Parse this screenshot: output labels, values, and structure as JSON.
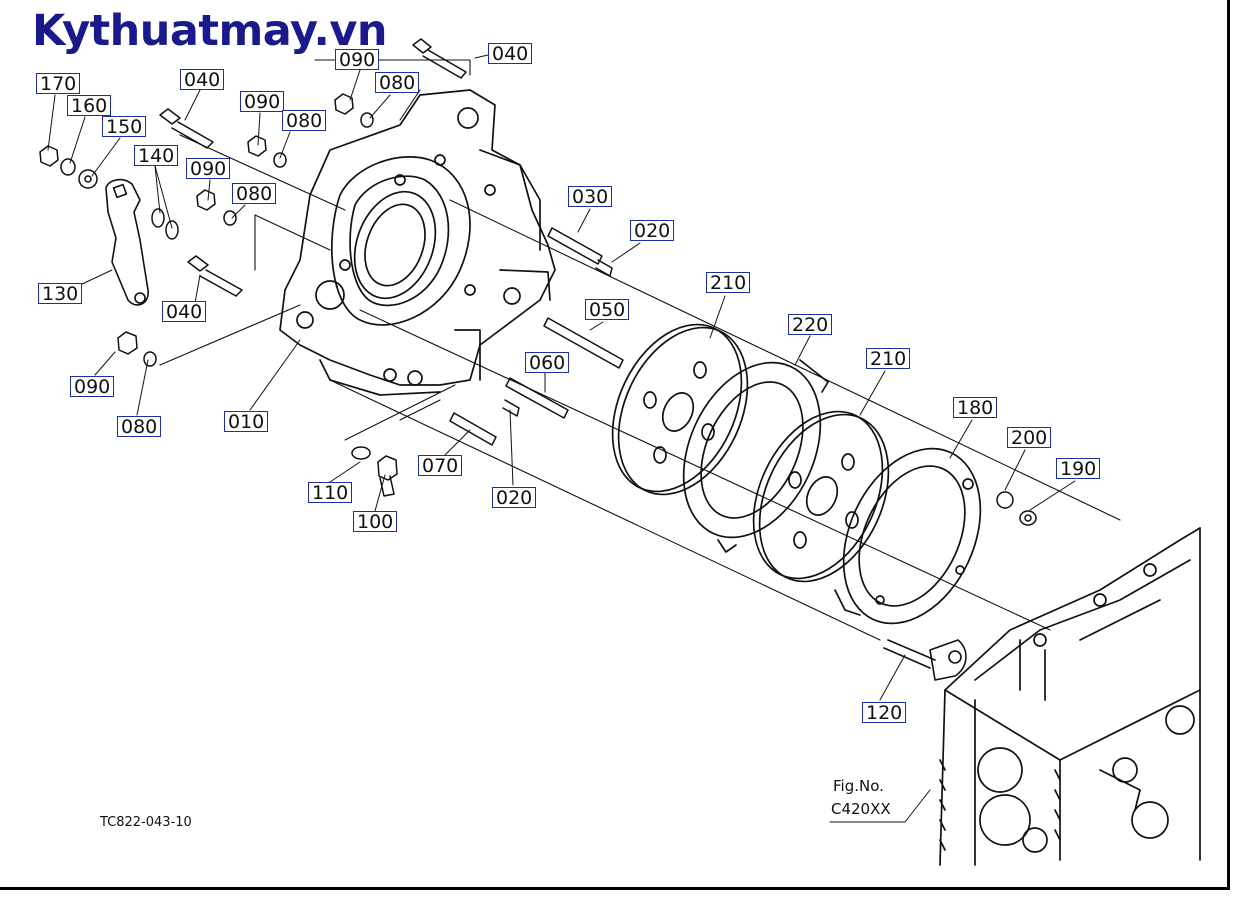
{
  "brand": "Kythuatmay.vn",
  "drawing_code": "TC822-043-10",
  "figure": {
    "label": "Fig.No.",
    "number": "C420XX"
  },
  "callouts": [
    {
      "id": "040a",
      "text": "040"
    },
    {
      "id": "090a",
      "text": "090"
    },
    {
      "id": "080a",
      "text": "080"
    },
    {
      "id": "170",
      "text": "170"
    },
    {
      "id": "160",
      "text": "160"
    },
    {
      "id": "150",
      "text": "150"
    },
    {
      "id": "040b",
      "text": "040"
    },
    {
      "id": "090b",
      "text": "090"
    },
    {
      "id": "080b",
      "text": "080"
    },
    {
      "id": "140",
      "text": "140"
    },
    {
      "id": "090c",
      "text": "090"
    },
    {
      "id": "080c",
      "text": "080"
    },
    {
      "id": "030",
      "text": "030"
    },
    {
      "id": "020a",
      "text": "020"
    },
    {
      "id": "130",
      "text": "130"
    },
    {
      "id": "040c",
      "text": "040"
    },
    {
      "id": "210a",
      "text": "210"
    },
    {
      "id": "050",
      "text": "050"
    },
    {
      "id": "220",
      "text": "220"
    },
    {
      "id": "060",
      "text": "060"
    },
    {
      "id": "210b",
      "text": "210"
    },
    {
      "id": "090d",
      "text": "090"
    },
    {
      "id": "080d",
      "text": "080"
    },
    {
      "id": "010",
      "text": "010"
    },
    {
      "id": "180",
      "text": "180"
    },
    {
      "id": "200",
      "text": "200"
    },
    {
      "id": "070",
      "text": "070"
    },
    {
      "id": "190",
      "text": "190"
    },
    {
      "id": "110",
      "text": "110"
    },
    {
      "id": "020b",
      "text": "020"
    },
    {
      "id": "100",
      "text": "100"
    },
    {
      "id": "120",
      "text": "120"
    }
  ]
}
